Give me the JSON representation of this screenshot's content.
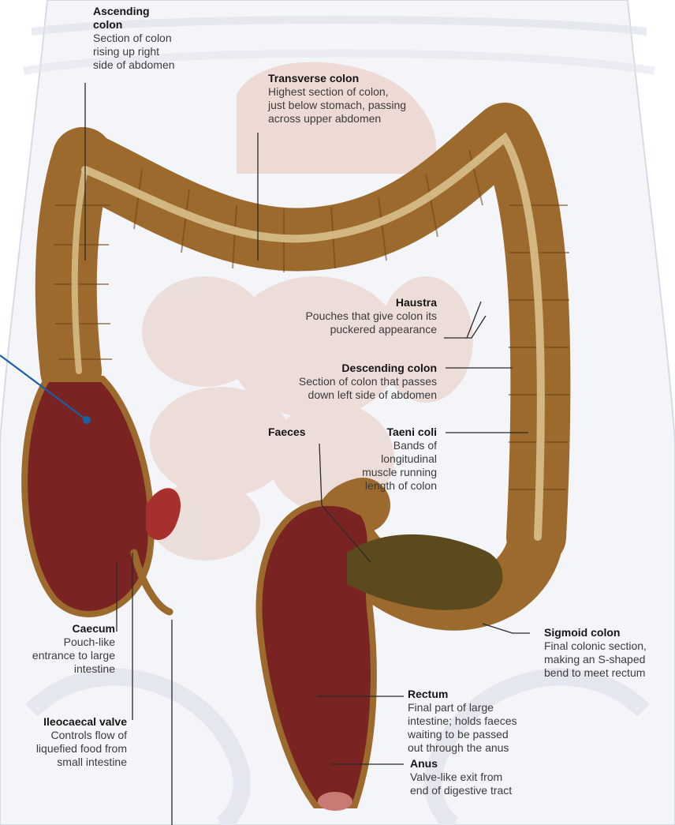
{
  "labels": {
    "ascending_colon": {
      "title": "Ascending colon",
      "desc": "Section of colon\nrising up right\nside of abdomen"
    },
    "transverse_colon": {
      "title": "Transverse colon",
      "desc": "Highest section of colon,\njust below stomach, passing\nacross upper abdomen"
    },
    "haustra": {
      "title": "Haustra",
      "desc": "Pouches that give colon its\npuckered appearance"
    },
    "descending_colon": {
      "title": "Descending colon",
      "desc": "Section of colon that passes\ndown left side of abdomen"
    },
    "faeces": {
      "title": "Faeces"
    },
    "taeni_coli": {
      "title": "Taeni coli",
      "desc": "Bands of\nlongitudinal\nmuscle running\nlength of colon"
    },
    "caecum": {
      "title": "Caecum",
      "desc": "Pouch-like\nentrance to large\nintestine"
    },
    "sigmoid_colon": {
      "title": "Sigmoid colon",
      "desc": "Final colonic section,\nmaking an S-shaped\nbend to meet rectum"
    },
    "rectum": {
      "title": "Rectum",
      "desc": "Final part of large\nintestine; holds faeces\nwaiting to be passed\nout through the anus"
    },
    "ileocaecal_valve": {
      "title": "Ileocaecal valve",
      "desc": "Controls flow of\nliquefied food from\nsmall intestine"
    },
    "anus": {
      "title": "Anus",
      "desc": "Valve-like exit from\nend of digestive tract"
    }
  },
  "colors": {
    "colon": "#9c6a2c",
    "colon_highlight": "#c89a55",
    "taenia": "#d8c08c",
    "rectum": "#7a2323",
    "faeces": "#5a4a1e",
    "body_outline": "#c9cfdc",
    "small_intestine": "#e8d2cc",
    "pointer": "#1a5fa8"
  }
}
